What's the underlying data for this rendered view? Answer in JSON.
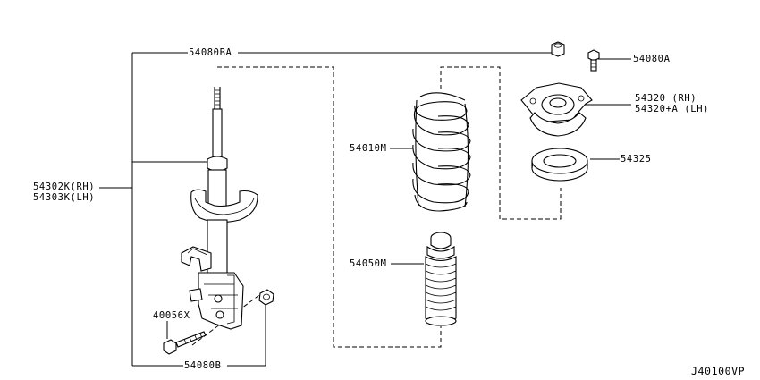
{
  "diagram": {
    "labels": {
      "p54080BA": "54080BA",
      "p54080A": "54080A",
      "p54320_rh": "54320 (RH)",
      "p54320_lh": "54320+A (LH)",
      "p54010M": "54010M",
      "p54325": "54325",
      "p54302K": "54302K(RH)",
      "p54303K": "54303K(LH)",
      "p54050M": "54050M",
      "p40056X": "40056X",
      "p54080B": "54080B",
      "figure_code": "J40100VP"
    }
  }
}
